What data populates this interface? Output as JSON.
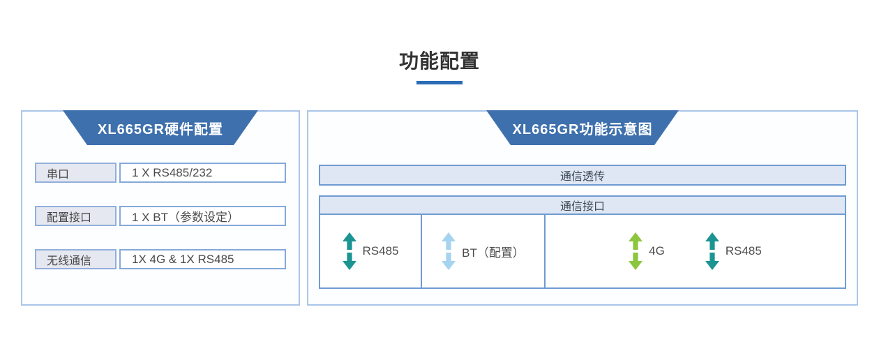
{
  "title": "功能配置",
  "left_panel": {
    "header": "XL665GR硬件配置",
    "rows": [
      {
        "label": "串口",
        "value": "1 X RS485/232"
      },
      {
        "label": "配置接口",
        "value": "1 X BT（参数设定）"
      },
      {
        "label": "无线通信",
        "value": "1X 4G & 1X RS485"
      }
    ]
  },
  "right_panel": {
    "header": "XL665GR功能示意图",
    "top_bar_label": "通信透传",
    "table": {
      "header": "通信接口",
      "cells": [
        {
          "items": [
            {
              "icon": "double-vertical-arrow-icon",
              "arrow_color": "#1b9492",
              "label": "RS485"
            }
          ]
        },
        {
          "items": [
            {
              "icon": "double-vertical-arrow-icon",
              "arrow_color": "#a5d3f0",
              "label": "BT（配置）"
            }
          ]
        },
        {
          "items": [
            {
              "icon": "double-vertical-arrow-icon",
              "arrow_color": "#8cc63f",
              "label": "4G"
            },
            {
              "icon": "double-vertical-arrow-icon",
              "arrow_color": "#1b9492",
              "label": "RS485"
            }
          ]
        }
      ]
    }
  },
  "colors": {
    "accent_blue": "#3e70ad",
    "title_underline": "#2b6cb5",
    "panel_border": "#abc5e8",
    "inner_border": "#6f9bd2",
    "header_fill": "#dfe7f4",
    "label_fill": "#e5e8f0",
    "teal_arrow": "#1b9492",
    "light_blue_arrow": "#a5d3f0",
    "green_arrow": "#8cc63f"
  }
}
